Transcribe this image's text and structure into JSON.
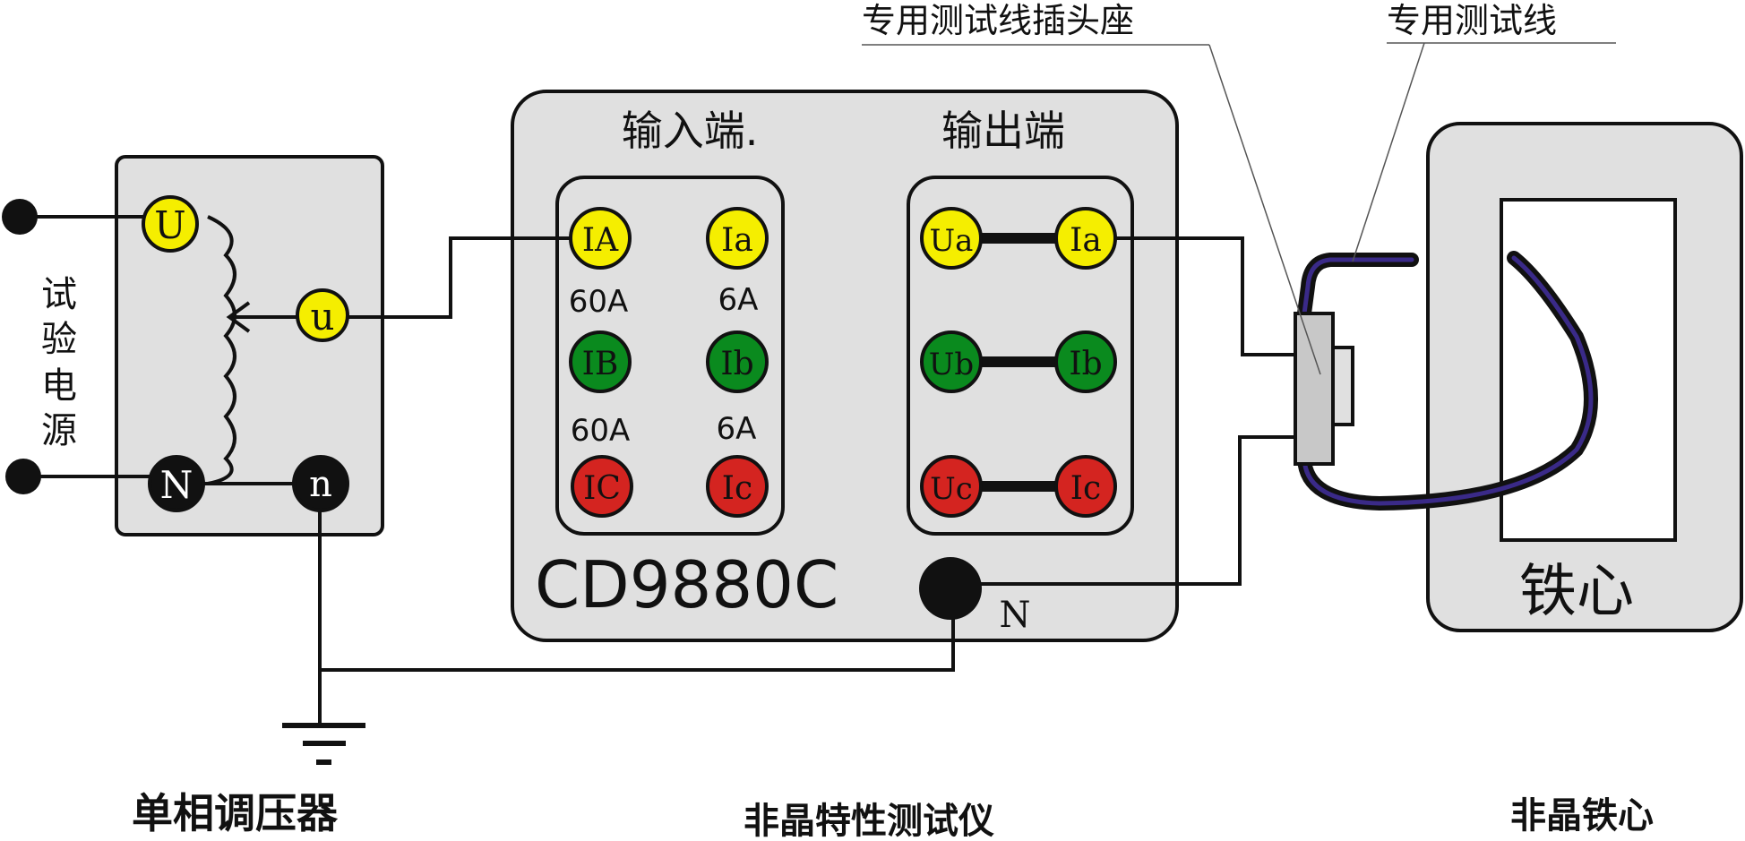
{
  "labels": {
    "test_socket_callout": "专用测试线插头座",
    "test_lead_callout": "专用测试线",
    "input_side": "输入端.",
    "output_side": "输出端",
    "model": "CD9880C",
    "output_neutral": "N",
    "power_source_1": "试",
    "power_source_2": "验",
    "power_source_3": "电",
    "power_source_4": "源",
    "core_label": "铁心",
    "range_ib_a": "60A",
    "range_ib_b": "6A",
    "range_ic_a": "60A",
    "range_ic_b": "6A"
  },
  "captions": {
    "regulator": "单相调压器",
    "tester": "非晶特性测试仪",
    "core": "非晶铁心"
  },
  "regulator_terminals": {
    "U": "U",
    "u": "u",
    "N": "N",
    "n": "n"
  },
  "input_terminals": {
    "IA": "IA",
    "Ia": "Ia",
    "IB": "IB",
    "Ib": "Ib",
    "IC": "IC",
    "Ic": "Ic"
  },
  "output_terminals": {
    "Ua": "Ua",
    "Ia": "Ia",
    "Ub": "Ub",
    "Ib": "Ib",
    "Uc": "Uc",
    "Ic": "Ic"
  },
  "colors": {
    "panel_fill": "#e0e0e0",
    "yellow": "#f5ee00",
    "green": "#0a8a1e",
    "red": "#d42420",
    "black": "#111111",
    "lead": "#3a2a88"
  }
}
